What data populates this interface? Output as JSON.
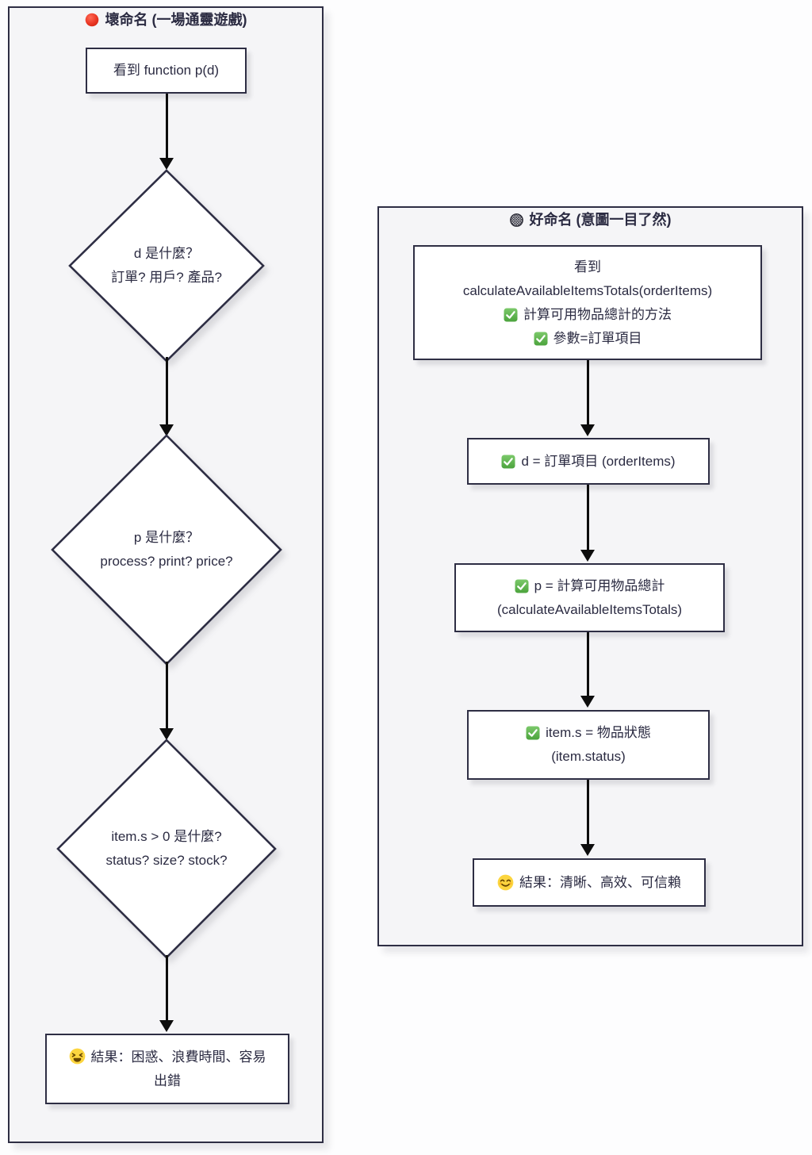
{
  "colors": {
    "page_bg": "#fdfdfe",
    "panel_bg": "#f5f5f7",
    "box_bg": "#ffffff",
    "border": "#2e2e44",
    "text": "#2b2b42",
    "arrow": "#0d0d0d",
    "red_circle": "#e8402f",
    "check_green": "#58b647",
    "emoji_yellow": "#fcd53f"
  },
  "left_panel": {
    "title": "壞命名 (一場通靈遊戲)",
    "title_icon": "red-circle",
    "start_box": "看到 function p(d)",
    "diamond_d": {
      "lines": [
        "d 是什麼？",
        "訂單? 用戶? 產品?"
      ]
    },
    "diamond_p": {
      "lines": [
        "p 是什麼？",
        "process? print? price?"
      ]
    },
    "diamond_items": {
      "lines": [
        "item.s > 0 是什麼?",
        "status? size? stock?"
      ]
    },
    "result_box": {
      "icon": "weary-face",
      "text": "結果：困惑、浪費時間、容易出錯"
    }
  },
  "right_panel": {
    "title": "好命名 (意圖一目了然)",
    "title_icon": "hatched-circle",
    "start_box": {
      "line1": "看到",
      "line2": "calculateAvailableItemsTotals(orderItems)",
      "check_icon": "green-checkbox",
      "check_lines": [
        "計算可用物品總計的方法",
        "參數=訂單項目"
      ]
    },
    "box_d": "d = 訂單項目 (orderItems)",
    "box_p": {
      "lines": [
        "p = 計算可用物品總計",
        "(calculateAvailableItemsTotals)"
      ]
    },
    "box_items": {
      "lines": [
        "item.s = 物品狀態",
        "(item.status)"
      ]
    },
    "result_box": {
      "icon": "smiling-face",
      "text": "結果：清晰、高效、可信賴"
    }
  }
}
